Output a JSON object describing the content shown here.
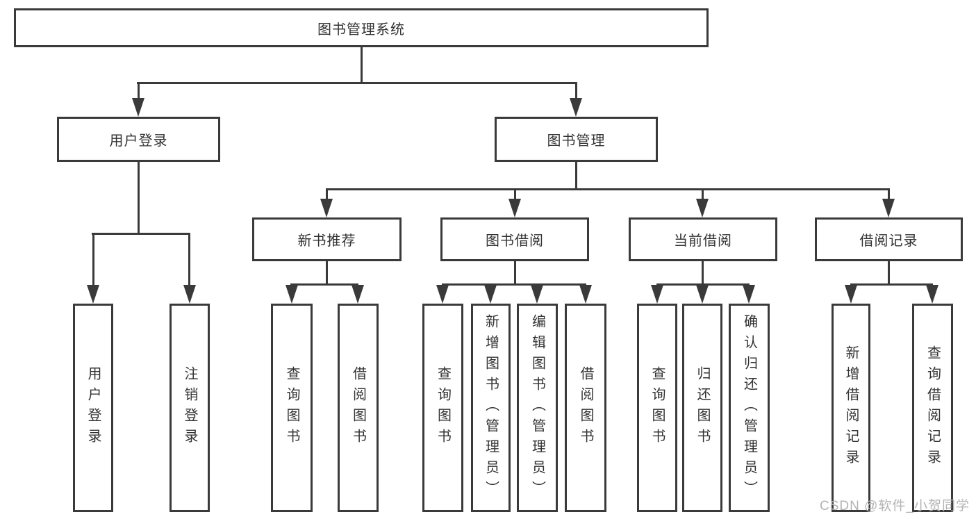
{
  "diagram": {
    "type": "hierarchy-chart",
    "tree": {
      "label": "图书管理系统",
      "children": [
        {
          "label": "用户登录",
          "children": [
            {
              "label": "用户登录"
            },
            {
              "label": "注销登录"
            }
          ]
        },
        {
          "label": "图书管理",
          "children": [
            {
              "label": "新书推荐",
              "children": [
                {
                  "label": "查询图书"
                },
                {
                  "label": "借阅图书"
                }
              ]
            },
            {
              "label": "图书借阅",
              "children": [
                {
                  "label": "查询图书"
                },
                {
                  "label": "新增图书（管理员）"
                },
                {
                  "label": "编辑图书（管理员）"
                },
                {
                  "label": "借阅图书"
                }
              ]
            },
            {
              "label": "当前借阅",
              "children": [
                {
                  "label": "查询图书"
                },
                {
                  "label": "归还图书"
                },
                {
                  "label": "确认归还（管理员）"
                }
              ]
            },
            {
              "label": "借阅记录",
              "children": [
                {
                  "label": "新增借阅记录"
                },
                {
                  "label": "查询借阅记录"
                }
              ]
            }
          ]
        }
      ]
    },
    "colors": {
      "line": "#3a3a3a",
      "text": "#333333",
      "box_fill": "#ffffff",
      "background": "#ffffff",
      "watermark": "#b3b3b3"
    }
  },
  "watermark": {
    "text": "CSDN @软件_小贺同学"
  }
}
